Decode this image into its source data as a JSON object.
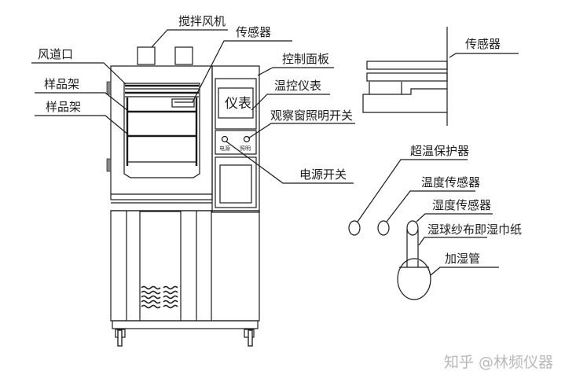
{
  "diagram": {
    "title": "",
    "labels": {
      "stirring_fan": "搅拌风机",
      "sensor_top": "传感器",
      "air_duct": "风道口",
      "sample_rack_1": "样品架",
      "sample_rack_2": "样品架",
      "control_panel": "控制面板",
      "temp_controller": "温控仪表",
      "window_light_switch": "观察窗照明开关",
      "power_switch": "电源开关",
      "sensor_detail": "传感器",
      "over_temp_protector": "超温保护器",
      "temp_sensor": "温度传感器",
      "humidity_sensor": "湿度传感器",
      "wet_bulb_gauze": "湿球纱布即湿巾纸",
      "humidifier_pipe": "加湿管"
    },
    "panel": {
      "meter_text": "仪表",
      "power_knob_label": "电源",
      "light_knob_label": "照明"
    }
  },
  "watermark": "知乎 @林频仪器"
}
